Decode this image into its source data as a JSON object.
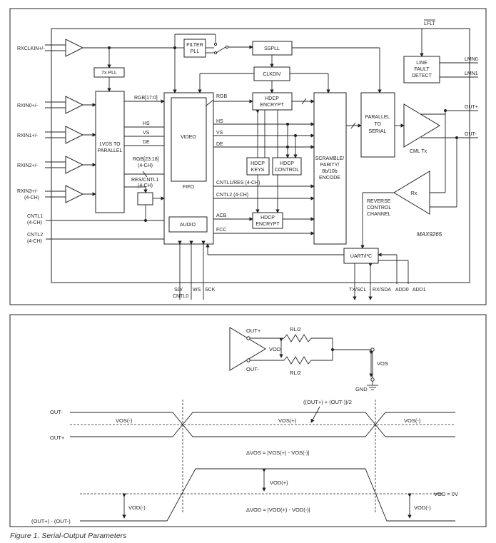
{
  "block": {
    "inputs": {
      "rxclkin": "RXCLKIN+/-",
      "rxin0": "RXIN0+/-",
      "rxin1": "RXIN1+/-",
      "rxin2": "RXIN2+/-",
      "rxin3_a": "RXIN3+/-",
      "rxin3_b": "(4-CH)",
      "cntl1_a": "CNTL1",
      "cntl1_b": "(4-CH)",
      "cntl2_a": "CNTL2",
      "cntl2_b": "(4-CH)"
    },
    "blocks": {
      "pll7x": "7x PLL",
      "lvds_a": "LVDS TO",
      "lvds_b": "PARALLEL",
      "filter_a": "FILTER",
      "filter_b": "PLL",
      "sspll": "SSPLL",
      "clkdiv": "CLKDIV",
      "hdcp_enc1_a": "HDCP",
      "hdcp_enc1_b": "ENCRYPT",
      "hdcp_keys_a": "HDCP",
      "hdcp_keys_b": "KEYS",
      "hdcp_ctrl_a": "HDCP",
      "hdcp_ctrl_b": "CONTROL",
      "hdcp_enc2_a": "HDCP",
      "hdcp_enc2_b": "ENCRYPT",
      "video": "VIDEO",
      "fifo": "FIFO",
      "audio": "AUDIO",
      "scramble_a": "SCRAMBLE/",
      "scramble_b": "PARITY/",
      "scramble_c": "8b/10b",
      "scramble_d": "ENCODE",
      "p2s_a": "PARALLEL",
      "p2s_b": "TO",
      "p2s_c": "SERIAL",
      "cmltx": "CML Tx",
      "rx": "Rx",
      "linefault_a": "LINE",
      "linefault_b": "FAULT",
      "linefault_c": "DETECT",
      "uart": "UART/I²C",
      "chip": "MAX9265"
    },
    "signals": {
      "rgb170": "RGB[17:0]",
      "hs": "HS",
      "vs": "VS",
      "de": "DE",
      "rgb2318_a": "RGB[23:18]",
      "rgb2318_b": "(4-CH)",
      "rescntl_a": "RES/CNTL1",
      "rescntl_b": "(4-CH)",
      "rgb_out": "RGB",
      "hs_out": "HS",
      "vs_out": "VS",
      "de_out": "DE",
      "cntl1res": "CNTL1/RES (4-CH)",
      "cntl2": "CNTL2 (4-CH)",
      "acb": "ACB",
      "fcc": "FCC",
      "reverse_a": "REVERSE",
      "reverse_b": "CONTROL",
      "reverse_c": "CHANNEL"
    },
    "pins": {
      "lflt": "LFLT",
      "lmn0": "LMN0",
      "lmn1": "LMN1",
      "outp": "OUT+",
      "outn": "OUT-",
      "sd_a": "SD/",
      "sd_b": "CNTL0",
      "ws": "WS",
      "sck": "SCK",
      "txscl": "TX/SCL",
      "rxsda": "RX/SDA",
      "add0": "ADD0",
      "add1": "ADD1"
    }
  },
  "timing": {
    "circuit": {
      "outp": "OUT+",
      "outn": "OUT-",
      "rl_top": "RL/2",
      "rl_bot": "RL/2",
      "vod": "VOD",
      "vos": "VOS",
      "gnd": "GND"
    },
    "labels": {
      "outn": "OUT-",
      "outp": "OUT+",
      "vos_neg1": "VOS(-)",
      "vos_pos": "VOS(+)",
      "vos_neg2": "VOS(-)",
      "avg": "((OUT+) + (OUT-))/2",
      "dvos": "ΔVOS = |VOS(+) - VOS(-)|",
      "vod_pos": "VOD(+)",
      "vod_zero": "VOD = 0V",
      "vod_neg1": "VOD(-)",
      "vod_neg2": "VOD(-)",
      "dvod": "ΔVOD = |VOD(+) - VOD(-)|",
      "diff": "(OUT+) - (OUT-)"
    }
  },
  "caption": "Figure 1. Serial-Output Parameters"
}
